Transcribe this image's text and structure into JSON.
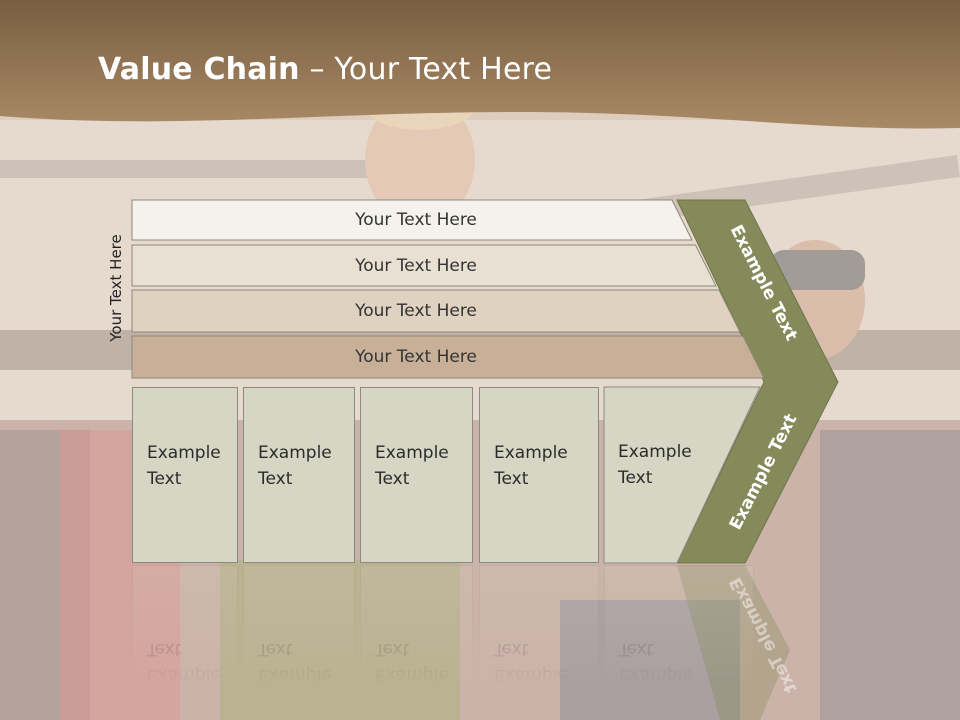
{
  "title": {
    "bold": "Value Chain",
    "rest": " – Your Text Here"
  },
  "vertical_label": "Your Text Here",
  "bars": [
    {
      "label": "Your Text Here",
      "color": "#f4f2ec"
    },
    {
      "label": "Your Text Here",
      "color": "#e9e0d4"
    },
    {
      "label": "Your Text Here",
      "color": "#dfd2c0"
    },
    {
      "label": "Your Text Here",
      "color": "#c8b098"
    }
  ],
  "cells": [
    {
      "label": "Example Text"
    },
    {
      "label": "Example Text"
    },
    {
      "label": "Example Text"
    },
    {
      "label": "Example Text"
    },
    {
      "label": "Example Text"
    }
  ],
  "chevron": {
    "top_label": "Example Text",
    "bottom_label": "Example Text",
    "color": "#858a5a"
  },
  "colors": {
    "header": "#8b6f4e",
    "cell_fill": "#d6d6c4",
    "cell_border": "#8a8a80"
  }
}
